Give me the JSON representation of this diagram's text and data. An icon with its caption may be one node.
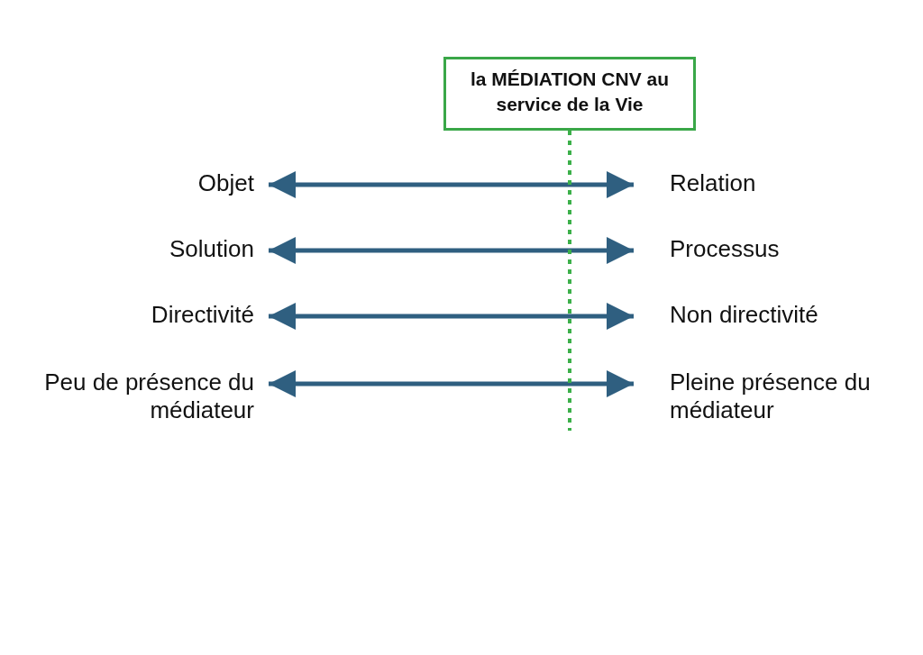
{
  "diagram": {
    "nodes": [
      {
        "text": [
          "la MÉDIATION CNV au service de la Vie"
        ]
      },
      {
        "text": [
          "Objet"
        ]
      },
      {
        "text": [
          "Relation"
        ]
      },
      {
        "text": [
          "Solution"
        ]
      },
      {
        "text": [
          "Processus"
        ]
      },
      {
        "text": [
          "Directivité"
        ]
      },
      {
        "text": [
          "Non directivité"
        ]
      },
      {
        "text": [
          "Peu de présence du médiateur"
        ]
      },
      {
        "text": [
          "Pleine présence du médiateur"
        ]
      }
    ],
    "edges": [
      {
        "from": 1,
        "to": 2,
        "arrow": "both"
      },
      {
        "from": 3,
        "to": 4,
        "arrow": "both"
      },
      {
        "from": 5,
        "to": 6,
        "arrow": "both"
      },
      {
        "from": 7,
        "to": 8,
        "arrow": "both"
      },
      {
        "from": 0,
        "to": null,
        "arrow": "none",
        "style": "dashed",
        "color": "#3cb04a"
      }
    ]
  }
}
